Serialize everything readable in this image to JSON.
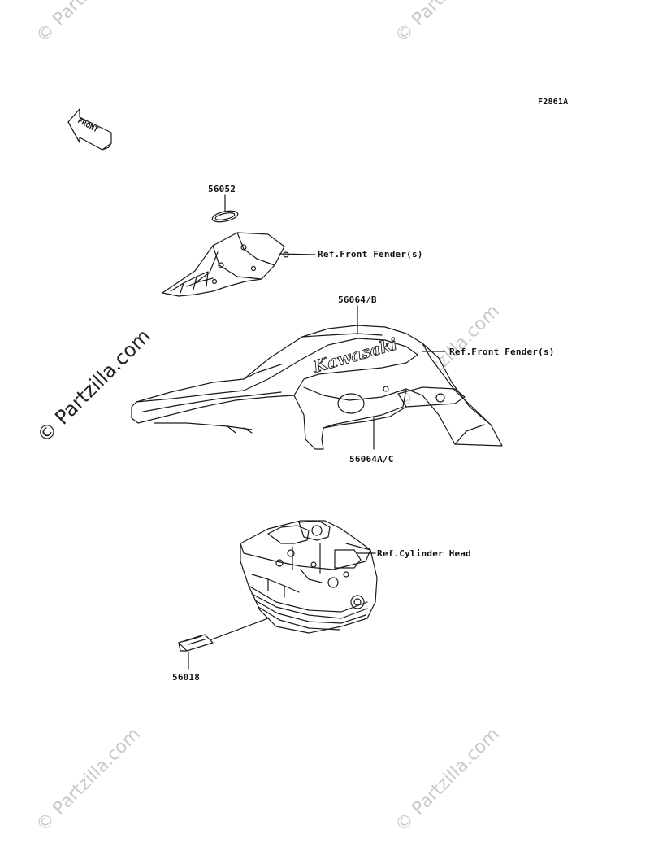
{
  "figure_code": "F2861A",
  "front_arrow_text": "FRONT",
  "watermark_text": "© Partzilla.com",
  "callouts": {
    "part_56052": "56052",
    "ref_front_fender_1": "Ref.Front Fender(s)",
    "part_56064b": "56064/B",
    "ref_front_fender_2": "Ref.Front Fender(s)",
    "part_56064ac": "56064A/C",
    "ref_cylinder_head": "Ref.Cylinder Head",
    "part_56018": "56018"
  },
  "decal_text": "Kawasaki",
  "colors": {
    "line": "#1a1a1a",
    "watermark": "#c9c9c9",
    "background": "#ffffff"
  }
}
